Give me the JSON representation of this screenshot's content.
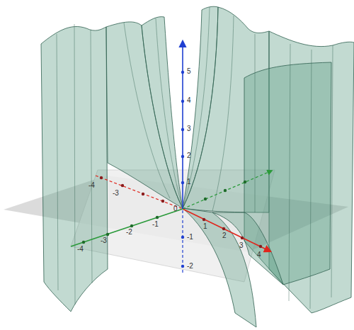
{
  "diagram": {
    "labels": [
      "5",
      "4",
      "3",
      "2",
      "1",
      "0",
      "-1",
      "-2",
      "-4",
      "-3",
      "1",
      "2",
      "3",
      "4",
      "-4",
      "-3",
      "-2",
      "-1"
    ]
  }
}
